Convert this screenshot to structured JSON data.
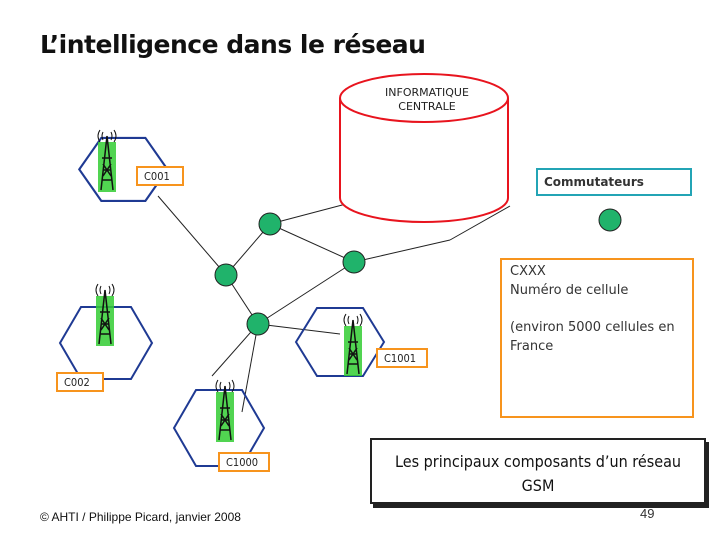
{
  "title": "L’intelligence dans le réseau",
  "central": {
    "label_line1": "INFORMATIQUE",
    "label_line2": "CENTRALE"
  },
  "switches_label": "Commutateurs",
  "cells": {
    "c001": "C001",
    "c002": "C002",
    "c1000": "C1000",
    "c1001": "C1001"
  },
  "info": {
    "line1": "CXXX",
    "line2": "Numéro de cellule",
    "line3": "(environ 5000 cellules en",
    "line4": "France"
  },
  "caption": {
    "line1": "Les principaux composants d’un réseau",
    "line2": "GSM"
  },
  "footer": "© AHTI / Philippe Picard, janvier 2008",
  "page_number": "49",
  "colors": {
    "cell_border": "#1f3a93",
    "cell_label_border": "#f7941d",
    "database_border": "#e8141e",
    "switch_node": "#20b36b",
    "switch_label_border": "#23a4b5",
    "antenna": "#33aa33"
  }
}
